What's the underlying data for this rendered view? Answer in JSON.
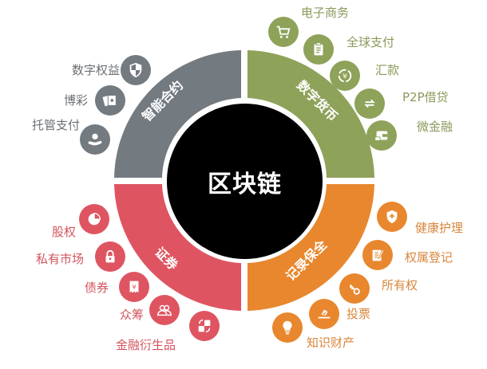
{
  "center": {
    "title": "区块链",
    "color": "#000000"
  },
  "colors": {
    "smart_contract": "#737a80",
    "digital_currency": "#8ea25a",
    "securities": "#de5561",
    "record_keeping": "#e8872e"
  },
  "segments": {
    "smart_contract": {
      "title": "智能合约",
      "items": [
        {
          "label": "数字权益",
          "icon": "shield-icon"
        },
        {
          "label": "博彩",
          "icon": "playing-cards-icon"
        },
        {
          "label": "托管支付",
          "icon": "hand-coin-icon"
        }
      ]
    },
    "digital_currency": {
      "title": "数字货币",
      "items": [
        {
          "label": "电子商务",
          "icon": "shopping-cart-icon"
        },
        {
          "label": "全球支付",
          "icon": "clipboard-icon"
        },
        {
          "label": "汇款",
          "icon": "yen-exchange-icon"
        },
        {
          "label": "P2P借贷",
          "icon": "transfer-arrows-icon"
        },
        {
          "label": "微金融",
          "icon": "wallet-icon"
        }
      ]
    },
    "securities": {
      "title": "证券",
      "items": [
        {
          "label": "股权",
          "icon": "pie-chart-icon"
        },
        {
          "label": "私有市场",
          "icon": "padlock-icon"
        },
        {
          "label": "债券",
          "icon": "yen-receipt-icon"
        },
        {
          "label": "众筹",
          "icon": "people-group-icon"
        },
        {
          "label": "金融衍生品",
          "icon": "swap-blocks-icon"
        }
      ]
    },
    "record_keeping": {
      "title": "记录保全",
      "items": [
        {
          "label": "健康护理",
          "icon": "medical-shield-icon"
        },
        {
          "label": "权属登记",
          "icon": "notebook-pen-icon"
        },
        {
          "label": "所有权",
          "icon": "key-icon"
        },
        {
          "label": "投票",
          "icon": "ballot-box-icon"
        },
        {
          "label": "知识财产",
          "icon": "lightbulb-icon"
        }
      ]
    }
  }
}
